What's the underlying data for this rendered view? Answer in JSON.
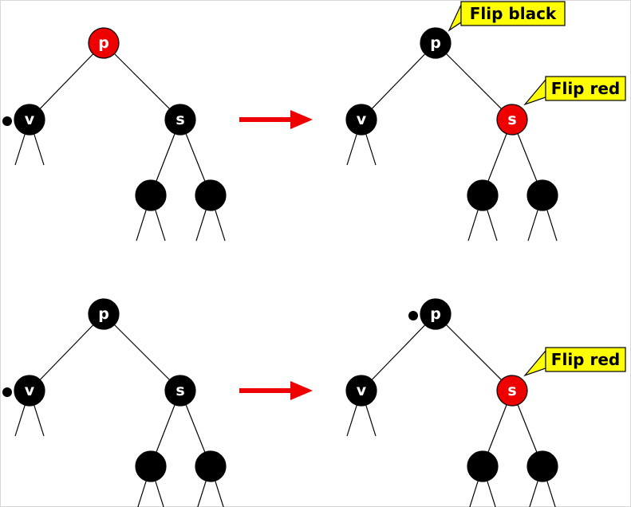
{
  "colors": {
    "background": "#ffffff",
    "black_node": "#000000",
    "red_node": "#ee0000",
    "arrow": "#ee0000",
    "callout_fill": "#ffff00",
    "node_text": "#ffffff",
    "callout_text": "#000000"
  },
  "diagrams": [
    {
      "id": "top",
      "before": {
        "nodes": {
          "p": {
            "label": "p",
            "color": "red"
          },
          "v": {
            "label": "v",
            "color": "black",
            "double_black_dot": true
          },
          "s": {
            "label": "s",
            "color": "black"
          },
          "sl": {
            "label": "",
            "color": "black"
          },
          "sr": {
            "label": "",
            "color": "black"
          }
        }
      },
      "after": {
        "nodes": {
          "p": {
            "label": "p",
            "color": "black"
          },
          "v": {
            "label": "v",
            "color": "black"
          },
          "s": {
            "label": "s",
            "color": "red"
          },
          "sl": {
            "label": "",
            "color": "black"
          },
          "sr": {
            "label": "",
            "color": "black"
          }
        },
        "callouts": [
          {
            "text": "Flip black",
            "target": "p"
          },
          {
            "text": "Flip red",
            "target": "s"
          }
        ]
      }
    },
    {
      "id": "bottom",
      "before": {
        "nodes": {
          "p": {
            "label": "p",
            "color": "black"
          },
          "v": {
            "label": "v",
            "color": "black",
            "double_black_dot": true
          },
          "s": {
            "label": "s",
            "color": "black"
          },
          "sl": {
            "label": "",
            "color": "black"
          },
          "sr": {
            "label": "",
            "color": "black"
          }
        }
      },
      "after": {
        "nodes": {
          "p": {
            "label": "p",
            "color": "black",
            "double_black_dot": true
          },
          "v": {
            "label": "v",
            "color": "black"
          },
          "s": {
            "label": "s",
            "color": "red"
          },
          "sl": {
            "label": "",
            "color": "black"
          },
          "sr": {
            "label": "",
            "color": "black"
          }
        },
        "callouts": [
          {
            "text": "Flip red",
            "target": "s"
          }
        ]
      }
    }
  ]
}
